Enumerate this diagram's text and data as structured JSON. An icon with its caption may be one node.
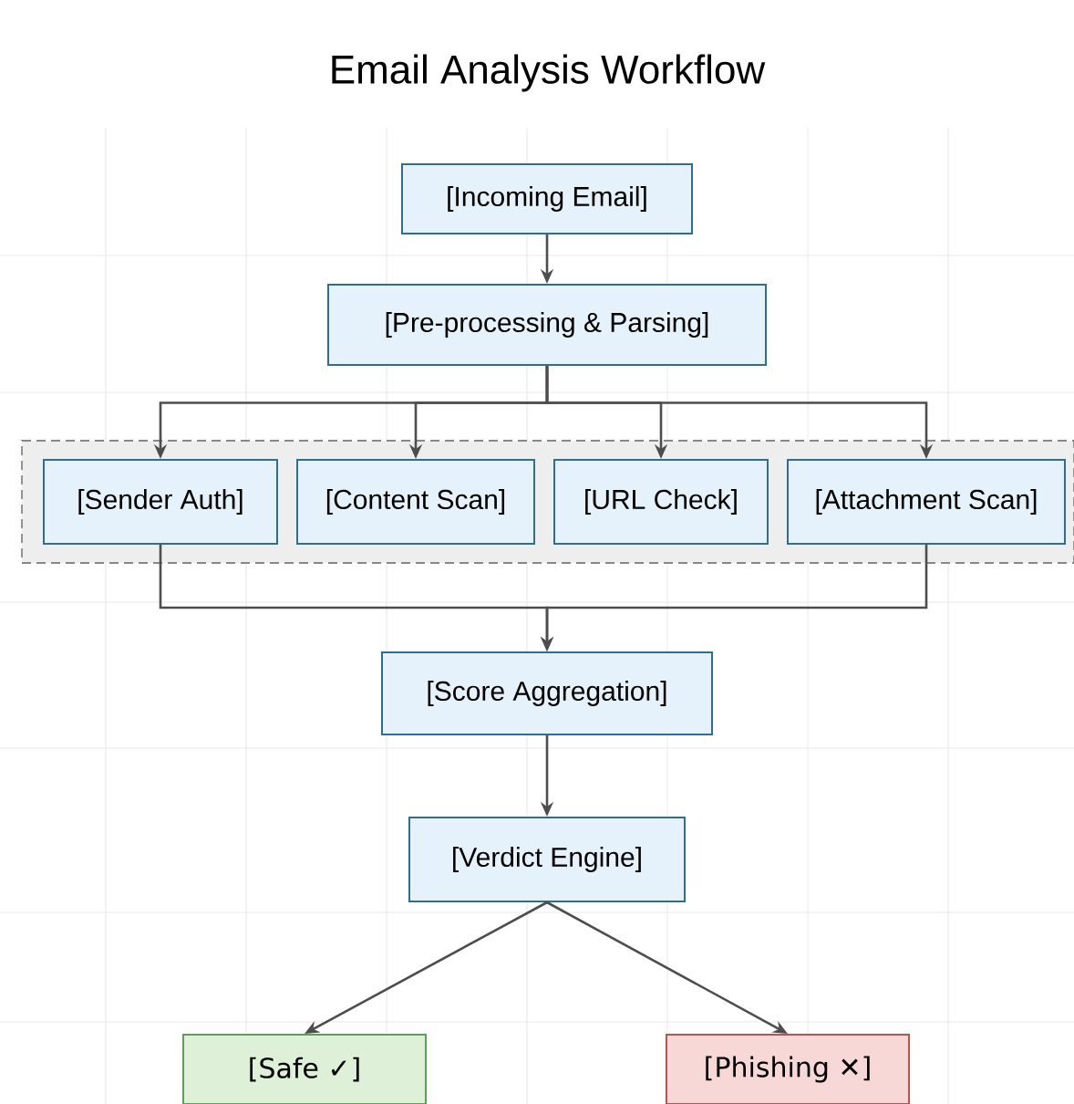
{
  "diagram": {
    "title": "Email Analysis Workflow",
    "nodes": [
      {
        "text": [
          "[Incoming Email]"
        ]
      },
      {
        "text": [
          "[Pre-processing & Parsing]"
        ]
      },
      {
        "text": [],
        "shape": "box"
      },
      {
        "text": [
          "[Sender Auth]"
        ],
        "in": 2
      },
      {
        "text": [
          "[Content Scan]"
        ],
        "in": 2
      },
      {
        "text": [
          "[URL Check]"
        ],
        "in": 2
      },
      {
        "text": [
          "[Attachment Scan]"
        ],
        "in": 2
      },
      {
        "text": [
          "[Score Aggregation]"
        ]
      },
      {
        "text": [
          "[Verdict Engine]"
        ]
      },
      {
        "text": [
          "[Safe ✓]"
        ]
      },
      {
        "text": [
          "[Phishing ✕]"
        ]
      }
    ],
    "edges": [
      {
        "from": 0,
        "to": 1,
        "arrow": "to"
      },
      {
        "from": 1,
        "to": 3,
        "arrow": "to"
      },
      {
        "from": 1,
        "to": 4,
        "arrow": "to"
      },
      {
        "from": 1,
        "to": 5,
        "arrow": "to"
      },
      {
        "from": 1,
        "to": 6,
        "arrow": "to"
      },
      {
        "from": 3,
        "to": 7,
        "arrow": "to"
      },
      {
        "from": 6,
        "to": 7,
        "arrow": "to"
      },
      {
        "from": 7,
        "to": 8,
        "arrow": "to"
      },
      {
        "from": 8,
        "to": 9,
        "arrow": "to"
      },
      {
        "from": 8,
        "to": 10,
        "arrow": "to"
      }
    ]
  }
}
